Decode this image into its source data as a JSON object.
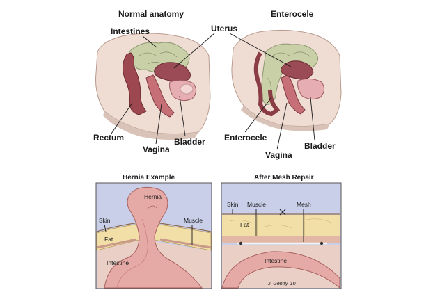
{
  "top": {
    "normal": {
      "title": "Normal anatomy",
      "labels": {
        "intestines": "Intestines",
        "uterus": "Uterus",
        "rectum": "Rectum",
        "vagina": "Vagina",
        "bladder": "Bladder"
      }
    },
    "enterocele": {
      "title": "Enterocele",
      "labels": {
        "enterocele": "Enterocele",
        "vagina": "Vagina",
        "bladder": "Bladder"
      }
    }
  },
  "bottom": {
    "hernia": {
      "title": "Hernia Example",
      "labels": {
        "hernia": "Hernia",
        "skin": "Skin",
        "fat": "Fat",
        "muscle": "Muscle",
        "intestine": "Intestine"
      }
    },
    "mesh": {
      "title": "After Mesh Repair",
      "labels": {
        "skin": "Skin",
        "muscle": "Muscle",
        "mesh": "Mesh",
        "fat": "Fat",
        "intestine": "Intestine"
      }
    }
  },
  "signature": "J. Gentry '10",
  "colors": {
    "tissue_bg": "#ecd9cf",
    "organ_dark": "#8a3d44",
    "organ_mid": "#c06a72",
    "organ_light": "#e3a8ae",
    "intestine_green": "#c7cfa6",
    "fat_yellow": "#f2dfa8",
    "blue_bg": "#c9cfe8",
    "intestine_pink": "#e6aaa6"
  }
}
